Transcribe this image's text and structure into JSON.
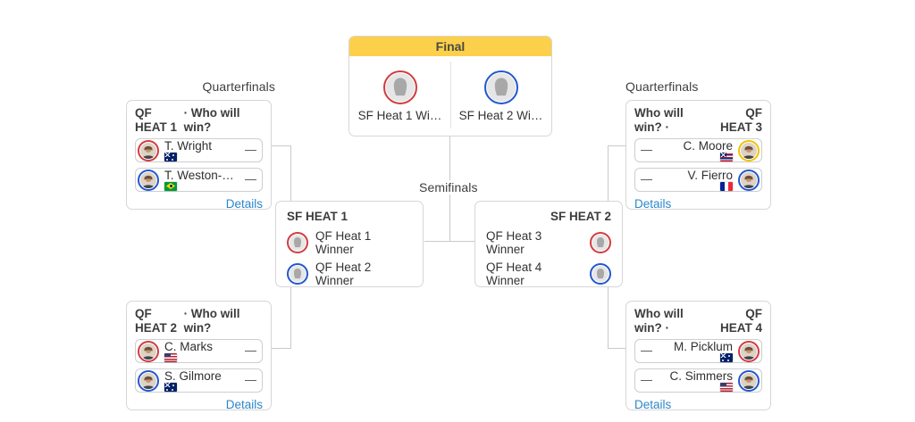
{
  "palette": {
    "final_header_yellow": "#fcd04a",
    "details_link_blue": "#2b87c9",
    "ring_red": "#d23b3f",
    "ring_blue": "#2257d0",
    "ring_yellow": "#f2c300",
    "connector_gray": "#c9c9c9"
  },
  "labels": {
    "quarterfinals_left": "Quarterfinals",
    "quarterfinals_right": "Quarterfinals",
    "semifinals": "Semifinals"
  },
  "final": {
    "title": "Final",
    "slots": [
      {
        "label": "SF Heat 1 Wi…",
        "ring": "red"
      },
      {
        "label": "SF Heat 2 Wi…",
        "ring": "blue"
      }
    ]
  },
  "semifinals": [
    {
      "title": "SF HEAT 1",
      "slots": [
        {
          "label": "QF Heat 1 Winner",
          "ring": "red"
        },
        {
          "label": "QF Heat 2 Winner",
          "ring": "blue"
        }
      ]
    },
    {
      "title": "SF HEAT 2",
      "slots": [
        {
          "label": "QF Heat 3 Winner",
          "ring": "red"
        },
        {
          "label": "QF Heat 4 Winner",
          "ring": "blue"
        }
      ]
    }
  ],
  "quarterfinals": [
    {
      "heat": "QF HEAT 1",
      "question": "· Who will win?",
      "details": "Details",
      "players": [
        {
          "name": "T. Wright",
          "flag": "au",
          "ring": "red",
          "score": "—"
        },
        {
          "name": "T. Weston-…",
          "flag": "br",
          "ring": "blue",
          "score": "—"
        }
      ]
    },
    {
      "heat": "QF HEAT 2",
      "question": "· Who will win?",
      "details": "Details",
      "players": [
        {
          "name": "C. Marks",
          "flag": "us",
          "ring": "red",
          "score": "—"
        },
        {
          "name": "S. Gilmore",
          "flag": "au",
          "ring": "blue",
          "score": "—"
        }
      ]
    },
    {
      "heat": "QF HEAT 3",
      "question": "Who will win? ·",
      "details": "Details",
      "players": [
        {
          "name": "C. Moore",
          "flag": "hi",
          "ring": "yellow",
          "score": "—"
        },
        {
          "name": "V. Fierro",
          "flag": "fr",
          "ring": "blue",
          "score": "—"
        }
      ]
    },
    {
      "heat": "QF HEAT 4",
      "question": "Who will win? ·",
      "details": "Details",
      "players": [
        {
          "name": "M. Picklum",
          "flag": "au",
          "ring": "red",
          "score": "—"
        },
        {
          "name": "C. Simmers",
          "flag": "us",
          "ring": "blue",
          "score": "—"
        }
      ]
    }
  ]
}
